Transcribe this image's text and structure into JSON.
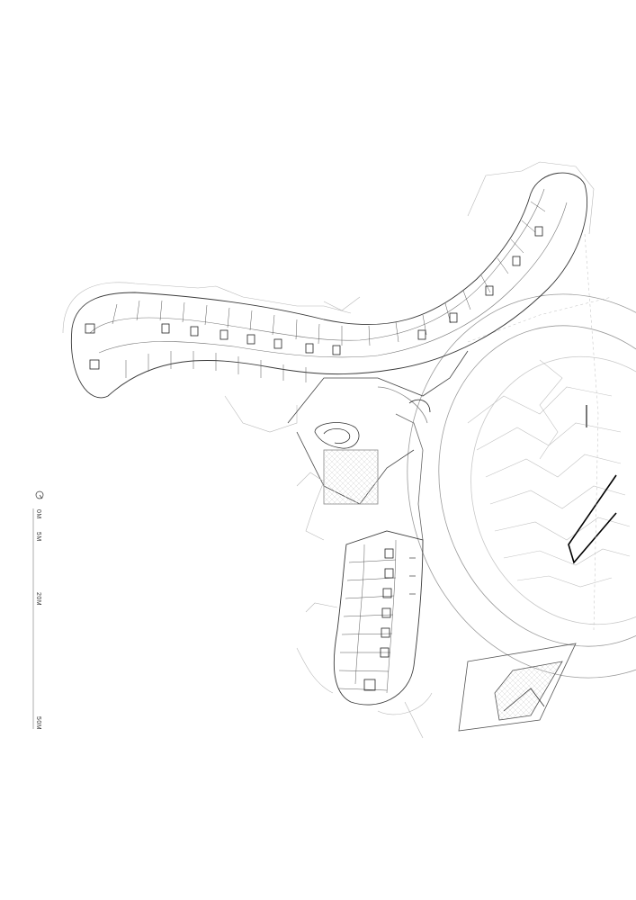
{
  "drawing": {
    "type": "architectural floor plan",
    "line_color": "#3a3a3a",
    "faint_line_color": "#b5b5b5",
    "accent_line_color": "#000000"
  },
  "scale_bar": {
    "north_icon": "north-arrow-icon",
    "labels": [
      "0M",
      "5M",
      "20M",
      "50M"
    ]
  }
}
